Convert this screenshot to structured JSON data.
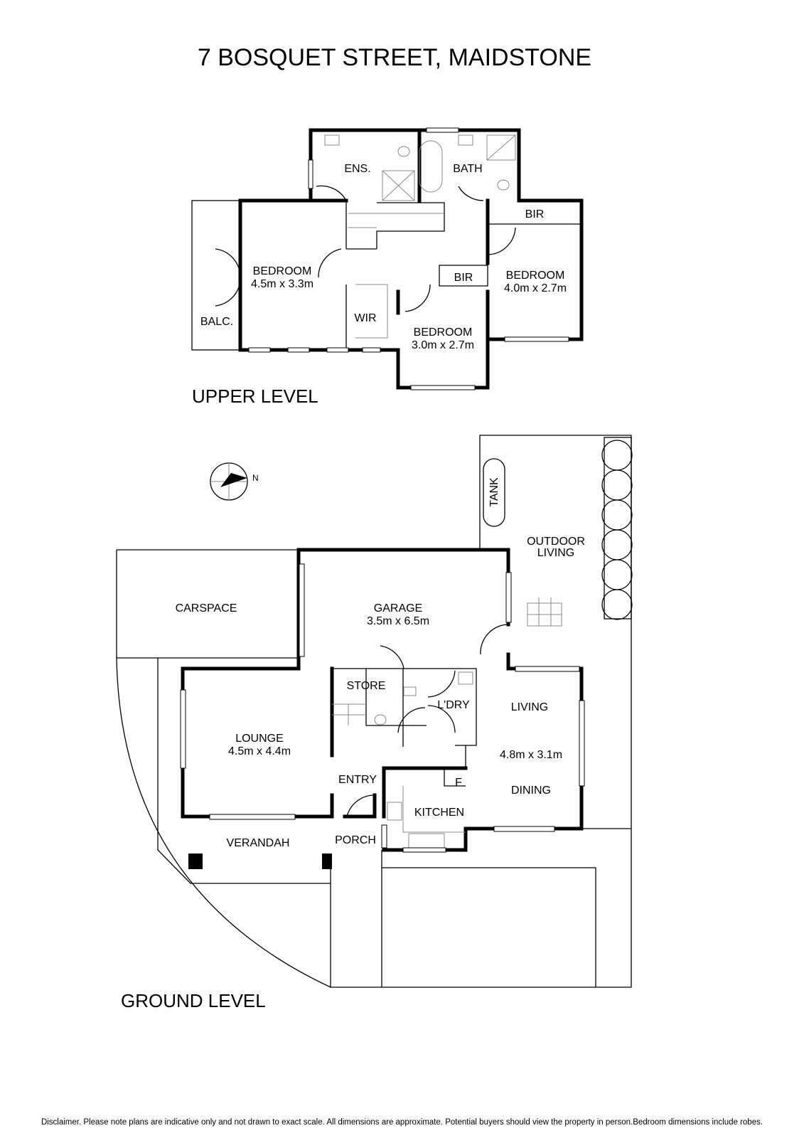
{
  "title": "7 BOSQUET STREET, MAIDSTONE",
  "upper_level": {
    "heading": "UPPER LEVEL",
    "rooms": {
      "ensuite": "ENS.",
      "bath": "BATH",
      "bir_right": "BIR",
      "bir_mid": "BIR",
      "bedroom1_name": "BEDROOM",
      "bedroom1_size": "4.5m x 3.3m",
      "bedroom2_name": "BEDROOM",
      "bedroom2_size": "4.0m x 2.7m",
      "bedroom3_name": "BEDROOM",
      "bedroom3_size": "3.0m x 2.7m",
      "wir": "WIR",
      "balcony": "BALC."
    }
  },
  "ground_level": {
    "heading": "GROUND LEVEL",
    "compass_label": "N",
    "rooms": {
      "tank": "TANK",
      "outdoor_1": "OUTDOOR",
      "outdoor_2": "LIVING",
      "carspace": "CARSPACE",
      "garage_name": "GARAGE",
      "garage_size": "3.5m x 6.5m",
      "store": "STORE",
      "laundry": "L'DRY",
      "living": "LIVING",
      "living_size": "4.8m x 3.1m",
      "dining": "DINING",
      "lounge_name": "LOUNGE",
      "lounge_size": "4.5m x 4.4m",
      "entry": "ENTRY",
      "fridge": "F",
      "kitchen": "KITCHEN",
      "porch": "PORCH",
      "verandah": "VERANDAH"
    }
  },
  "disclaimer": "Disclaimer. Please note plans are indicative only and not drawn to exact scale. All dimensions are approximate. Potential buyers should view the property in person.Bedroom dimensions include robes."
}
